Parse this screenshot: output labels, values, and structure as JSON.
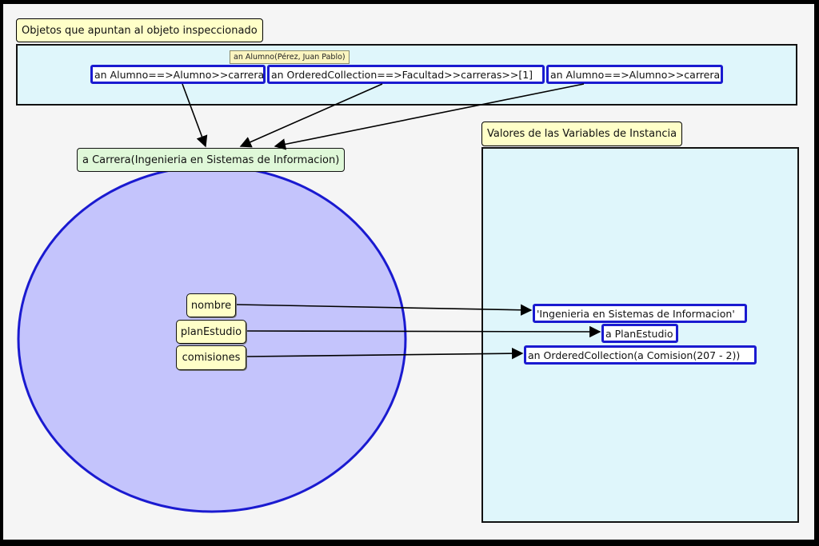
{
  "referrers_panel": {
    "title": "Objetos que apuntan al objeto inspeccionado",
    "items": [
      "an Alumno==>Alumno>>carrera",
      "an OrderedCollection==>Facultad>>carreras>>[1]",
      "an Alumno==>Alumno>>carrera"
    ],
    "tooltip": "an Alumno(Pérez, Juan Pablo)"
  },
  "inspected_object": {
    "label": "a Carrera(Ingenieria en Sistemas de Informacion)",
    "variables": [
      "nombre",
      "planEstudio",
      "comisiones"
    ]
  },
  "values_panel": {
    "title": "Valores de las Variables de Instancia",
    "values": [
      "'Ingenieria en Sistemas de Informacion'",
      "a PlanEstudio",
      "an OrderedCollection(a Comision(207 - 2))"
    ]
  },
  "colors": {
    "panel_bg": "#dff6fb",
    "circle_fill": "#c4c4fc",
    "circle_stroke": "#1a1ad0",
    "ref_border": "#1a1ad0",
    "label_bg": "#ffffc8",
    "object_label_bg": "#dff8d8"
  }
}
